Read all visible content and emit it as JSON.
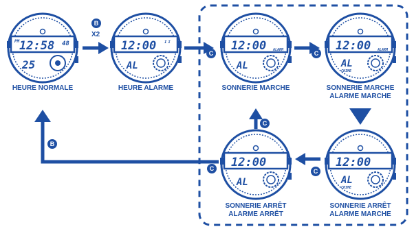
{
  "colors": {
    "primary": "#1e4fa3",
    "background": "#ffffff"
  },
  "watches": [
    {
      "id": "normal",
      "time": "12:58",
      "seconds": "48",
      "prefix": "PM",
      "sub_left": "25",
      "sub_right_icon": "day-dial-icon",
      "small_indicator": "",
      "label_lines": [
        "HEURE NORMALE"
      ]
    },
    {
      "id": "alarm",
      "time": "12:00",
      "seconds": "",
      "prefix": "",
      "sub_left": "AL",
      "sub_right_icon": "gear-icon",
      "small_indicator": "",
      "label_lines": [
        "HEURE ALARME"
      ]
    },
    {
      "id": "chime-on",
      "time": "12:00",
      "seconds": "",
      "prefix": "",
      "sub_left": "AL",
      "sub_right_icon": "gear-icon",
      "small_indicator": "ALARM",
      "label_lines": [
        "SONNERIE MARCHE"
      ]
    },
    {
      "id": "chime-alarm-on",
      "time": "12:00",
      "seconds": "",
      "prefix": "",
      "sub_left": "AL",
      "sub_right_icon": "gear-icon",
      "small_indicator": "ALARM",
      "chime": "CHIME",
      "label_lines": [
        "SONNERIE MARCHE",
        "ALARME MARCHE"
      ]
    },
    {
      "id": "chime-off-alarm-on",
      "time": "12:00",
      "seconds": "",
      "prefix": "",
      "sub_left": "AL",
      "sub_right_icon": "gear-icon",
      "small_indicator": "",
      "chime": "CHIME",
      "label_lines": [
        "SONNERIE ARRÊT",
        "ALARME MARCHE"
      ]
    },
    {
      "id": "all-off",
      "time": "12:00",
      "seconds": "",
      "prefix": "",
      "sub_left": "AL",
      "sub_right_icon": "gear-icon",
      "small_indicator": "",
      "label_lines": [
        "SONNERIE ARRÊT",
        "ALARME ARRÊT"
      ]
    }
  ],
  "buttons": {
    "b": "B",
    "c": "C",
    "x2": "X2"
  }
}
